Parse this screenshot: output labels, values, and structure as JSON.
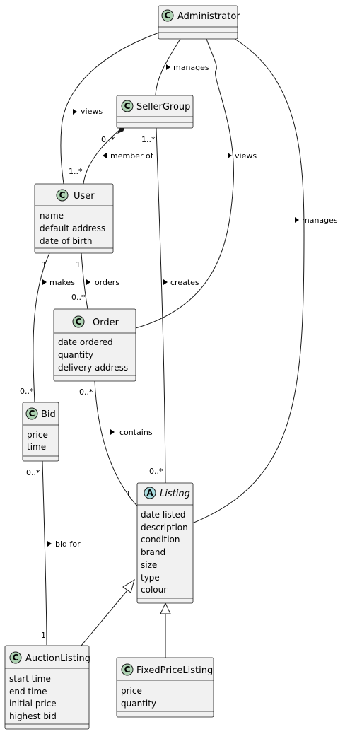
{
  "classes": {
    "administrator": {
      "name": "Administrator",
      "glyph": "C",
      "attributes": []
    },
    "sellergroup": {
      "name": "SellerGroup",
      "glyph": "C",
      "attributes": []
    },
    "user": {
      "name": "User",
      "glyph": "C",
      "attributes": [
        "name",
        "default address",
        "date of birth"
      ]
    },
    "order": {
      "name": "Order",
      "glyph": "C",
      "attributes": [
        "date ordered",
        "quantity",
        "delivery address"
      ]
    },
    "bid": {
      "name": "Bid",
      "glyph": "C",
      "attributes": [
        "price",
        "time"
      ]
    },
    "listing": {
      "name": "Listing",
      "glyph": "A",
      "abstract": true,
      "attributes": [
        "date listed",
        "description",
        "condition",
        "brand",
        "size",
        "type",
        "colour"
      ]
    },
    "auctionlisting": {
      "name": "AuctionListing",
      "glyph": "C",
      "attributes": [
        "start time",
        "end time",
        "initial price",
        "highest bid"
      ]
    },
    "fixedpricelisting": {
      "name": "FixedPriceListing",
      "glyph": "C",
      "attributes": [
        "price",
        "quantity"
      ]
    }
  },
  "relations": {
    "admin_manages_sellergroup": "manages",
    "admin_views_user": "views",
    "admin_views_order": "views",
    "admin_manages_listing": "manages",
    "user_member_of_sellergroup": "member of",
    "sellergroup_creates_listing": "creates",
    "user_makes_bid": "makes",
    "user_orders_order": "orders",
    "order_contains_listing": "contains",
    "bid_for_auctionlisting": "bid for"
  },
  "multiplicities": {
    "sellergroup_member_end": "0..*",
    "user_member_end": "1..*",
    "sellergroup_creates_end": "1..*",
    "listing_creates_end": "0..*",
    "user_makes_end": "1",
    "bid_makes_end": "0..*",
    "user_orders_end": "1",
    "order_orders_end": "0..*",
    "order_contains_end": "0..*",
    "listing_contains_end": "1",
    "bid_for_end": "0..*",
    "auction_for_end": "1"
  }
}
